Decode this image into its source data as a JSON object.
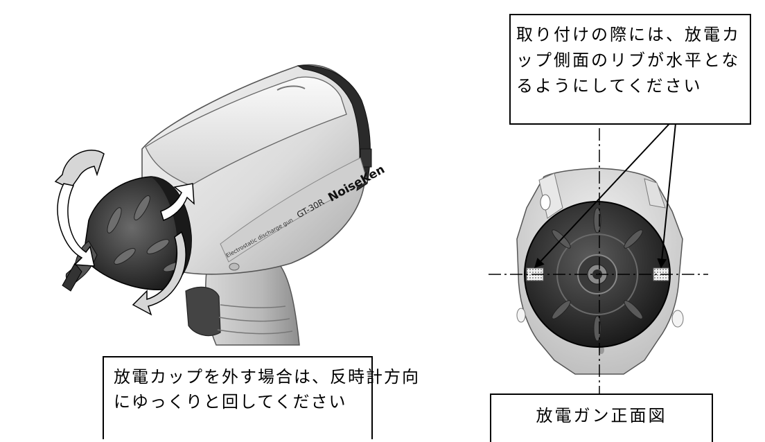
{
  "top_callout": {
    "lines": [
      "取り付けの際には、放電カ",
      "ップ側面のリブが水平とな",
      "るようにしてください"
    ]
  },
  "bottom_callout": {
    "lines": [
      "放電カップを外す場合は、反時計方向",
      "にゆっくりと回してください"
    ]
  },
  "view_label": {
    "text": "放電ガン正面図"
  },
  "gun": {
    "model_text": "GT-30R",
    "brand_text": "NoiseKen",
    "side_text": "Electrostatic discharge gun"
  }
}
